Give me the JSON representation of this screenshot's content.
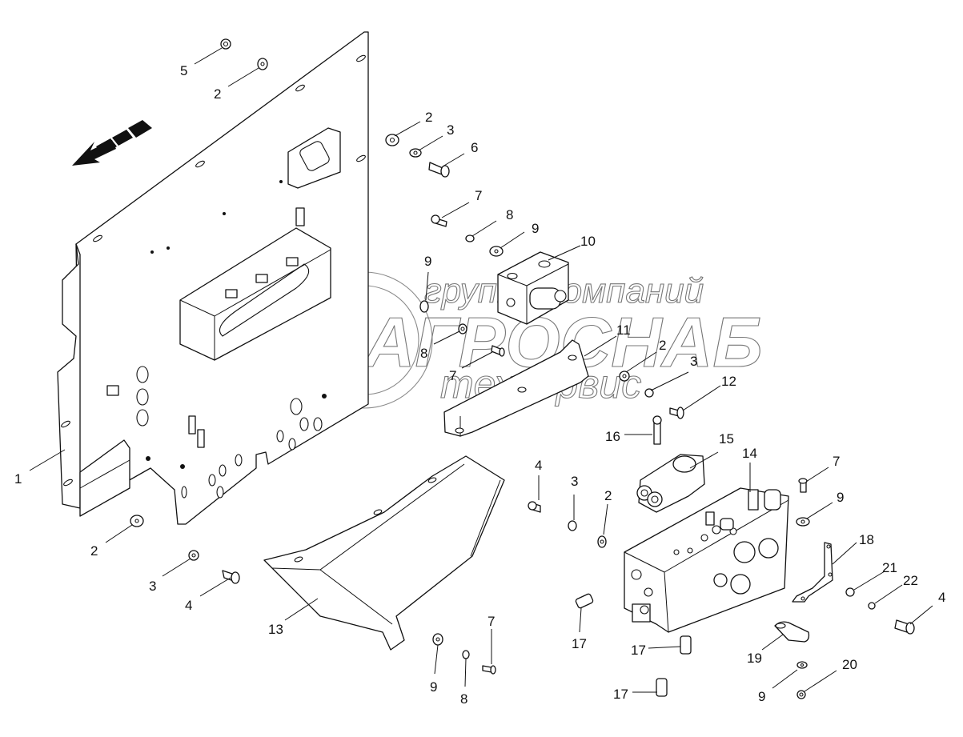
{
  "diagram": {
    "type": "exploded-parts-diagram",
    "direction_arrow": "forward-direction-arrow",
    "watermark": {
      "line1": "группа компаний",
      "line2": "АГРОСНАБ",
      "line3": "техсервис",
      "emblem": "wreath-gear-emblem"
    },
    "parts": [
      {
        "no": "1",
        "name": "mounting-panel"
      },
      {
        "no": "2",
        "name": "washer-large"
      },
      {
        "no": "3",
        "name": "washer"
      },
      {
        "no": "4",
        "name": "bolt"
      },
      {
        "no": "5",
        "name": "nut"
      },
      {
        "no": "6",
        "name": "bolt"
      },
      {
        "no": "7",
        "name": "bolt-small"
      },
      {
        "no": "8",
        "name": "washer-small"
      },
      {
        "no": "9",
        "name": "washer"
      },
      {
        "no": "10",
        "name": "valve-block-small"
      },
      {
        "no": "11",
        "name": "bracket"
      },
      {
        "no": "12",
        "name": "bolt"
      },
      {
        "no": "13",
        "name": "tray-bracket"
      },
      {
        "no": "14",
        "name": "hydraulic-valve-block"
      },
      {
        "no": "15",
        "name": "solenoid-valve"
      },
      {
        "no": "16",
        "name": "socket-screw"
      },
      {
        "no": "17",
        "name": "pressure-sensor"
      },
      {
        "no": "18",
        "name": "support-bracket"
      },
      {
        "no": "19",
        "name": "clamp-plate"
      },
      {
        "no": "20",
        "name": "nut"
      },
      {
        "no": "21",
        "name": "washer"
      },
      {
        "no": "22",
        "name": "lock-washer"
      }
    ],
    "callouts": [
      {
        "label": "5"
      },
      {
        "label": "2"
      },
      {
        "label": "2"
      },
      {
        "label": "3"
      },
      {
        "label": "6"
      },
      {
        "label": "7"
      },
      {
        "label": "8"
      },
      {
        "label": "9"
      },
      {
        "label": "10"
      },
      {
        "label": "9"
      },
      {
        "label": "8"
      },
      {
        "label": "7"
      },
      {
        "label": "11"
      },
      {
        "label": "2"
      },
      {
        "label": "3"
      },
      {
        "label": "12"
      },
      {
        "label": "16"
      },
      {
        "label": "15"
      },
      {
        "label": "14"
      },
      {
        "label": "7"
      },
      {
        "label": "9"
      },
      {
        "label": "1"
      },
      {
        "label": "2"
      },
      {
        "label": "3"
      },
      {
        "label": "4"
      },
      {
        "label": "13"
      },
      {
        "label": "4"
      },
      {
        "label": "3"
      },
      {
        "label": "2"
      },
      {
        "label": "17"
      },
      {
        "label": "9"
      },
      {
        "label": "8"
      },
      {
        "label": "7"
      },
      {
        "label": "18"
      },
      {
        "label": "21"
      },
      {
        "label": "22"
      },
      {
        "label": "4"
      },
      {
        "label": "17"
      },
      {
        "label": "19"
      },
      {
        "label": "17"
      },
      {
        "label": "9"
      },
      {
        "label": "20"
      }
    ]
  }
}
